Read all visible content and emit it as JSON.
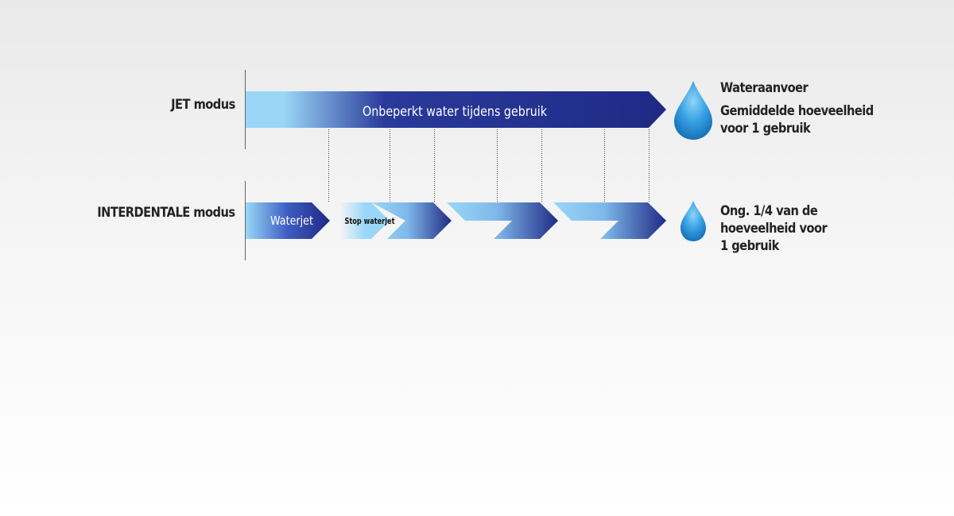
{
  "rows": {
    "jet": {
      "label": "JET modus",
      "bar_text": "Onbeperkt water tijdens gebruik"
    },
    "interdental": {
      "label": "INTERDENTALE modus",
      "segment1_text": "Waterjet",
      "segment2_text": "Stop waterjet"
    }
  },
  "side": {
    "jet_title": "Wateraanvoer",
    "jet_line1": "Gemiddelde hoeveelheid",
    "jet_line2": "voor 1 gebruik",
    "inter_line1": "Ong. 1/4 van de",
    "inter_line2": "hoeveelheid voor",
    "inter_line3": "1 gebruik"
  },
  "colors": {
    "light": "#9ad7f7",
    "dark": "#1f2a85",
    "drop_light": "#67c4f2",
    "drop_dark": "#0a6db8"
  },
  "icons": {
    "jet_drop": "water-drop-icon",
    "inter_drop": "water-drop-icon"
  }
}
